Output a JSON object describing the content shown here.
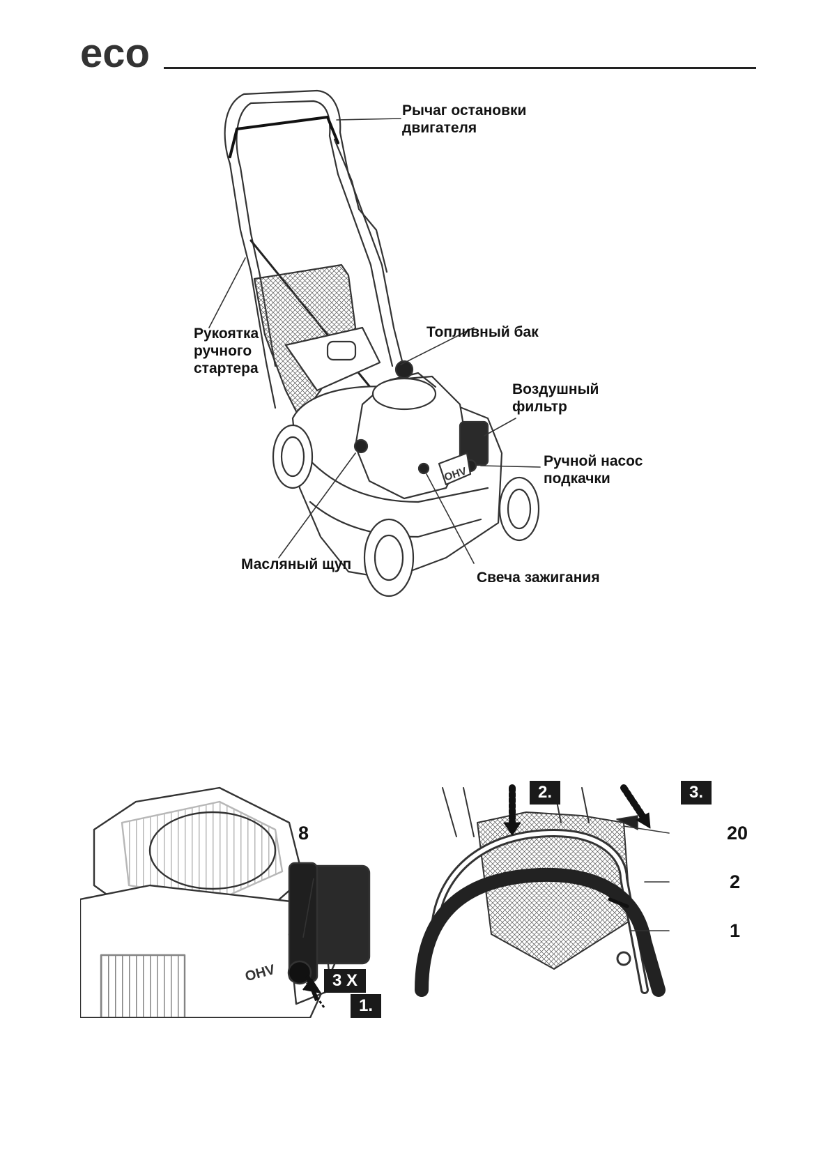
{
  "header": {
    "logo_text": "eco"
  },
  "figure1": {
    "labels": {
      "stop_lever": [
        "Рычаг остановки",
        "двигателя"
      ],
      "fuel_tank": "Топливный бак",
      "starter_handle": [
        "Рукоятка",
        "ручного",
        "стартера"
      ],
      "air_filter": [
        "Воздушный",
        "фильтр"
      ],
      "primer_pump": [
        "Ручной насос",
        "подкачки"
      ],
      "oil_dipstick": "Масляный щуп",
      "spark_plug": "Свеча зажигания"
    },
    "engine_badge": "OHV"
  },
  "figure2": {
    "number": "8",
    "times_box": "3 X",
    "step_box": "1.",
    "engine_badge": "OHV"
  },
  "figure3": {
    "step2_box": "2.",
    "step3_box": "3.",
    "number_20": "20",
    "number_2": "2",
    "number_1": "1"
  },
  "colors": {
    "ink": "#1a1a1a",
    "line": "#333333",
    "paper": "#ffffff"
  }
}
